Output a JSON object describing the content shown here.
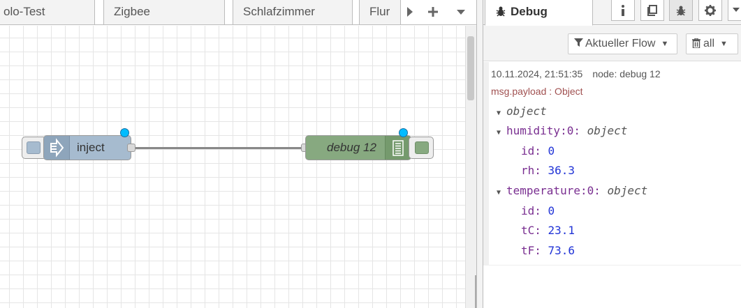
{
  "workspace": {
    "tabs": [
      {
        "label": "olo-Test"
      },
      {
        "label": "Zigbee"
      },
      {
        "label": "Schlafzimmer"
      },
      {
        "label": "Flur"
      }
    ],
    "nodes": {
      "inject": {
        "label": "inject",
        "color": "#a6bbcf"
      },
      "debug": {
        "label": "debug 12",
        "color": "#87a980"
      }
    }
  },
  "sidebar": {
    "active_tab": "Debug",
    "filter_flow": "Aktueller Flow",
    "filter_all": "all",
    "message": {
      "timestamp": "10.11.2024, 21:51:35",
      "node": "node: debug 12",
      "topic": "msg.payload : Object",
      "root_type": "object",
      "groups": [
        {
          "key": "humidity:0",
          "type": "object",
          "fields": [
            {
              "key": "id",
              "value": "0"
            },
            {
              "key": "rh",
              "value": "36.3"
            }
          ]
        },
        {
          "key": "temperature:0",
          "type": "object",
          "fields": [
            {
              "key": "id",
              "value": "0"
            },
            {
              "key": "tC",
              "value": "23.1"
            },
            {
              "key": "tF",
              "value": "73.6"
            }
          ]
        }
      ]
    }
  }
}
